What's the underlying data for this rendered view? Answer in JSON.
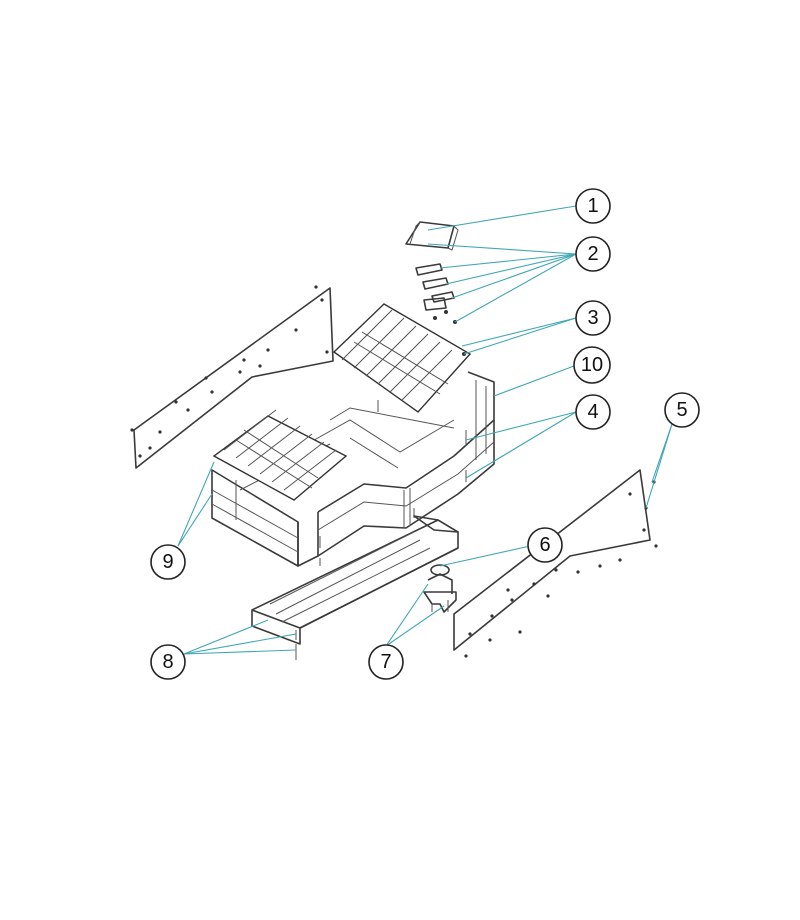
{
  "watermark": "",
  "callouts": [
    {
      "id": "1",
      "label": "1"
    },
    {
      "id": "2",
      "label": "2"
    },
    {
      "id": "3",
      "label": "3"
    },
    {
      "id": "10",
      "label": "10"
    },
    {
      "id": "4",
      "label": "4"
    },
    {
      "id": "5",
      "label": "5"
    },
    {
      "id": "6",
      "label": "6"
    },
    {
      "id": "9",
      "label": "9"
    },
    {
      "id": "8",
      "label": "8"
    },
    {
      "id": "7",
      "label": "7"
    }
  ],
  "colors": {
    "leader": "#3fa7b5",
    "line": "#3a3a3a",
    "background": "#ffffff"
  }
}
